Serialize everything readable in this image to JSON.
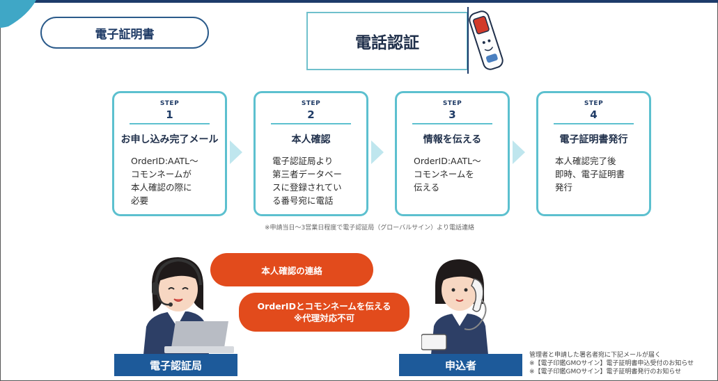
{
  "header": {
    "doc_pill": "電子証明書",
    "title": "電話認証"
  },
  "steps": [
    {
      "label": "STEP",
      "number": "1",
      "heading": "お申し込み完了メール",
      "body": [
        "OrderID:AATL～",
        "コモンネームが",
        "本人確認の際に",
        "必要"
      ]
    },
    {
      "label": "STEP",
      "number": "2",
      "heading": "本人確認",
      "body": [
        "電子認証局より",
        "第三者データベー",
        "スに登録されてい",
        "る番号宛に電話"
      ]
    },
    {
      "label": "STEP",
      "number": "3",
      "heading": "情報を伝える",
      "body": [
        "OrderID:AATL～",
        "コモンネームを",
        "伝える"
      ]
    },
    {
      "label": "STEP",
      "number": "4",
      "heading": "電子証明書発行",
      "body": [
        "本人確認完了後",
        "即時、電子証明書",
        "発行"
      ]
    }
  ],
  "footnote": "※申請当日～3営業日程度で電子認証局（グローバルサイン）より電話連絡",
  "bubbles": {
    "contact": "本人確認の連絡",
    "tell_line1": "OrderIDとコモンネームを伝える",
    "tell_line2": "※代理対応不可"
  },
  "actors": {
    "ca": "電子認証局",
    "applicant": "申込者"
  },
  "note": [
    "管理者と申請した署名者宛に下記メールが届く",
    "※【電子印鑑GMOサイン】電子証明書申込受付のお知らせ",
    "※【電子印鑑GMOサイン】電子証明書発行のお知らせ"
  ],
  "colors": {
    "accent_teal": "#5cc0cf",
    "navy": "#1d5a9a",
    "bubble_orange": "#e24b1c"
  }
}
